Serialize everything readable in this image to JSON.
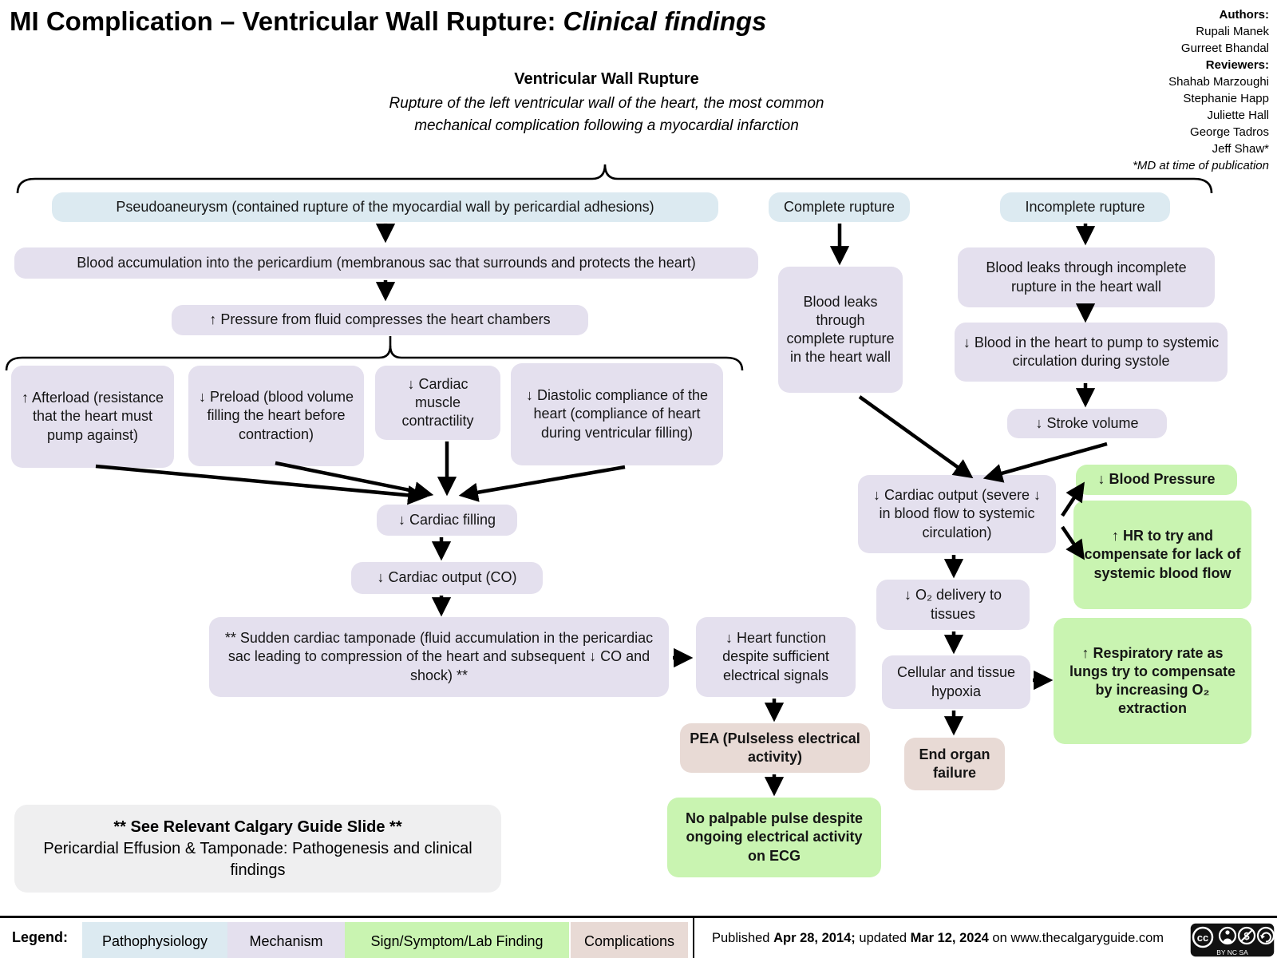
{
  "title": {
    "main": "MI Complication – Ventricular Wall Rupture:",
    "emphasis": "Clinical findings"
  },
  "credits": {
    "authors_label": "Authors:",
    "authors": [
      "Rupali Manek",
      "Gurreet Bhandal"
    ],
    "reviewers_label": "Reviewers:",
    "reviewers": [
      "Shahab Marzoughi",
      "Stephanie Happ",
      "Juliette Hall",
      "George Tadros",
      "Jeff Shaw*"
    ],
    "note": "*MD at time of publication"
  },
  "intro": {
    "heading": "Ventricular Wall Rupture",
    "description": "Rupture of the left ventricular wall of the heart, the most common mechanical complication following a myocardial infarction"
  },
  "nodes": {
    "pseudoaneurysm": "Pseudoaneurysm (contained rupture of the myocardial wall by pericardial adhesions)",
    "complete_rupture": "Complete rupture",
    "incomplete_rupture": "Incomplete rupture",
    "blood_accumulation": "Blood accumulation into the pericardium (membranous sac that surrounds and protects the heart)",
    "pressure_compresses": "↑ Pressure from fluid compresses the heart chambers",
    "afterload": "↑ Afterload (resistance that the heart must pump against)",
    "preload": "↓ Preload (blood volume filling the heart before contraction)",
    "contractility": "↓ Cardiac muscle contractility",
    "diastolic_compliance": "↓ Diastolic compliance of the heart (compliance of heart during ventricular filling)",
    "cardiac_filling": "↓ Cardiac filling",
    "cardiac_output_co": "↓ Cardiac output (CO)",
    "tamponade": "** Sudden cardiac tamponade (fluid accumulation in the pericardiac sac leading to compression of the heart and subsequent ↓ CO and shock) **",
    "heart_function": "↓ Heart function despite sufficient electrical signals",
    "pea": "PEA (Pulseless electrical activity)",
    "no_palpable_pulse": "No palpable pulse despite ongoing electrical activity on ECG",
    "blood_leaks_complete": "Blood leaks through complete rupture in the heart wall",
    "blood_leaks_incomplete": "Blood leaks through incomplete rupture in the heart wall",
    "blood_to_pump": "↓ Blood in the heart to pump to systemic circulation during systole",
    "stroke_volume": "↓ Stroke volume",
    "cardiac_output_severe": "↓ Cardiac output (severe ↓ in blood flow to systemic circulation)",
    "blood_pressure": "↓ Blood Pressure",
    "hr_compensate": "↑ HR to try and compensate for lack of systemic blood flow",
    "o2_delivery": "↓ O₂ delivery to tissues",
    "cellular_hypoxia": "Cellular and tissue hypoxia",
    "end_organ_failure": "End organ failure",
    "respiratory_rate": "↑ Respiratory rate as lungs try to compensate by increasing O₂ extraction"
  },
  "see_also": {
    "line1": "** See Relevant Calgary Guide Slide **",
    "line2": "Pericardial Effusion & Tamponade: Pathogenesis and clinical findings"
  },
  "legend": {
    "label": "Legend:",
    "items": [
      {
        "label": "Pathophysiology",
        "color": "#dceaf1"
      },
      {
        "label": "Mechanism",
        "color": "#e4e0ee"
      },
      {
        "label": "Sign/Symptom/Lab Finding",
        "color": "#c9f4b1"
      },
      {
        "label": "Complications",
        "color": "#e8dad5"
      }
    ]
  },
  "footer": {
    "prefix": "Published",
    "published_date": "Apr 28, 2014;",
    "middle": "updated",
    "updated_date": "Mar 12, 2024",
    "suffix": "on www.thecalgaryguide.com"
  },
  "license": {
    "name": "CC BY-NC-SA",
    "cc_label": "cc",
    "labels": "BY  NC  SA"
  }
}
